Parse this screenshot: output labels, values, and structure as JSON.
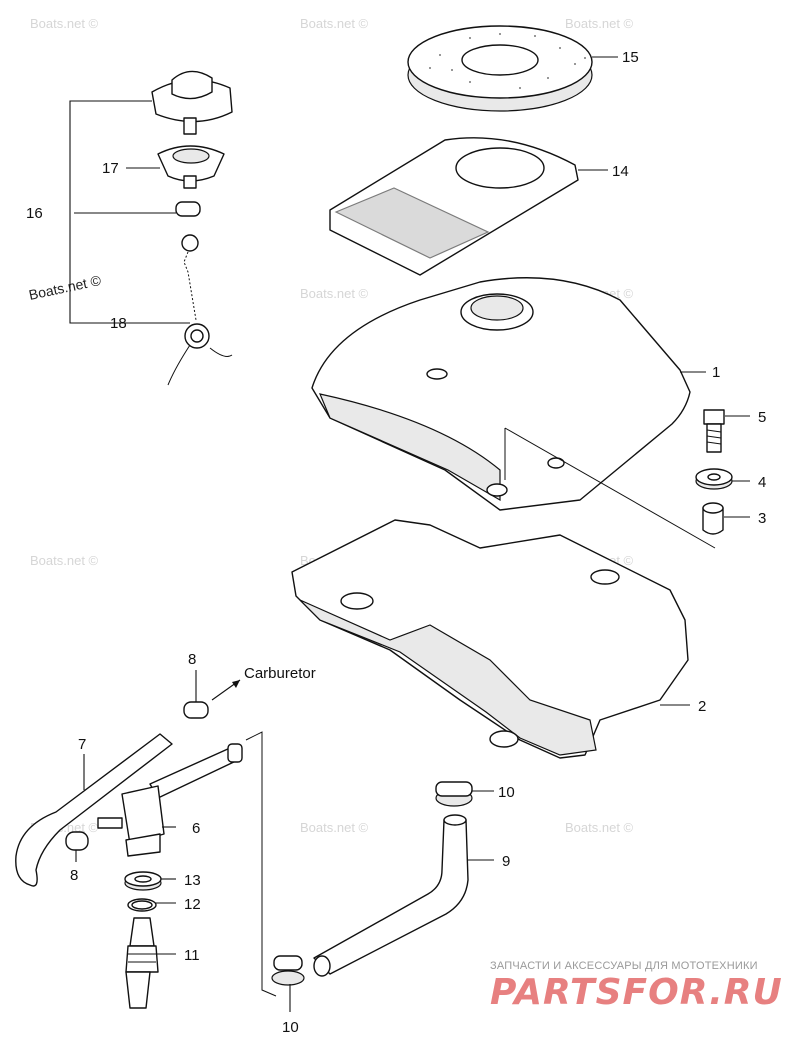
{
  "watermarks": {
    "primary": "Boats.net ©",
    "faint": "Boats.net ©"
  },
  "callouts": {
    "c1": "1",
    "c2": "2",
    "c3": "3",
    "c4": "4",
    "c5": "5",
    "c6": "6",
    "c7": "7",
    "c8a": "8",
    "c8b": "8",
    "c9": "9",
    "c10a": "10",
    "c10b": "10",
    "c11": "11",
    "c12": "12",
    "c13": "13",
    "c14": "14",
    "c15": "15",
    "c16": "16",
    "c17": "17",
    "c18": "18"
  },
  "annotations": {
    "carburetor": "Carburetor"
  },
  "footer": {
    "subtitle": "ЗАПЧАСТИ И АКСЕССУАРЫ ДЛЯ МОТОТЕХНИКИ",
    "brand": "PARTSFOR.RU"
  }
}
